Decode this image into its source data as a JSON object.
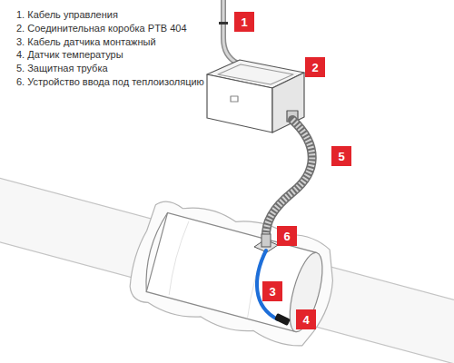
{
  "diagram": {
    "nodes": [
      {
        "text": [
          "1"
        ]
      },
      {
        "text": [
          "2"
        ]
      },
      {
        "text": [
          "3"
        ]
      },
      {
        "text": [
          "4"
        ]
      },
      {
        "text": [
          "5"
        ]
      },
      {
        "text": [
          "6"
        ]
      }
    ],
    "labels": [
      "1. Кабель управления",
      "2. Соединительная коробка PTB 404",
      "3. Кабель датчика монтажный",
      "4. Датчик температуры",
      "5. Защитная трубка",
      "6. Устройство ввода под теплоизоляцию"
    ]
  }
}
